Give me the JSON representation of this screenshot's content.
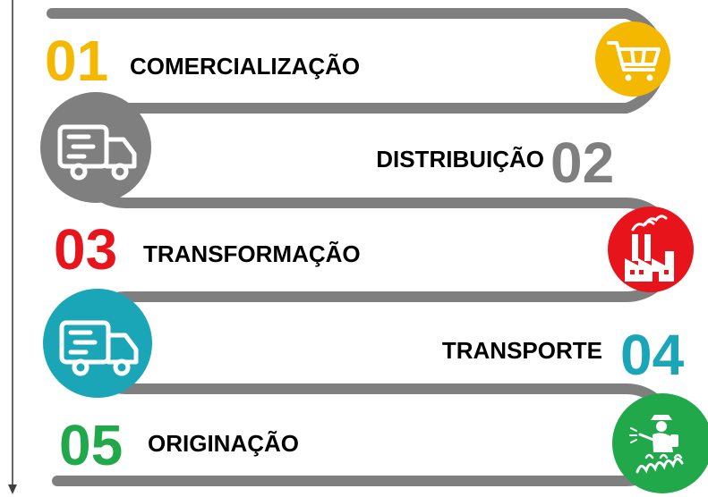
{
  "steps": [
    {
      "number": "01",
      "label": "COMERCIALIZAÇÃO",
      "color": "#F5B800",
      "icon": "shopping-cart-icon"
    },
    {
      "number": "02",
      "label": "DISTRIBUIÇÃO",
      "color": "#7F7F7F",
      "icon": "delivery-truck-icon"
    },
    {
      "number": "03",
      "label": "TRANSFORMAÇÃO",
      "color": "#E8141C",
      "icon": "factory-icon"
    },
    {
      "number": "04",
      "label": "TRANSPORTE",
      "color": "#1AA6B7",
      "icon": "delivery-truck-icon"
    },
    {
      "number": "05",
      "label": "ORIGINAÇÃO",
      "color": "#21A84A",
      "icon": "farmer-icon"
    }
  ],
  "colors": {
    "track": "#7F7F7F",
    "label": "#000000",
    "arrow": "#404040"
  }
}
